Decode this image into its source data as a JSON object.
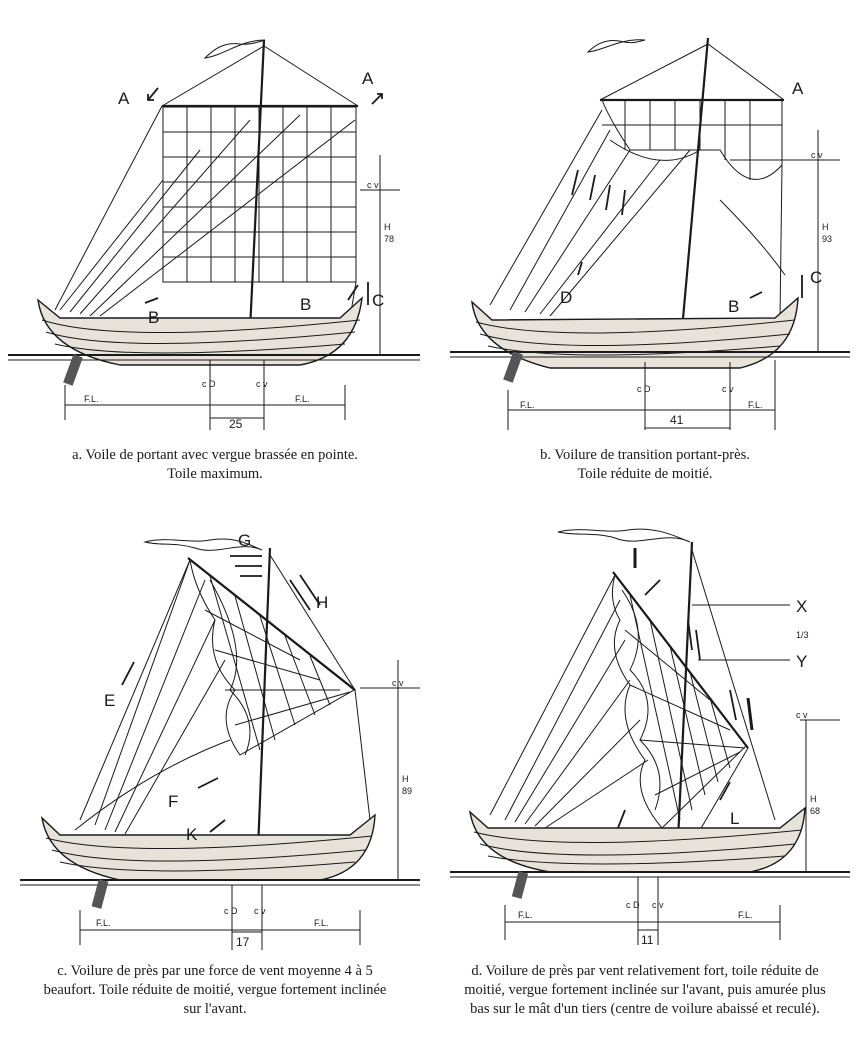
{
  "panels": [
    {
      "id": "a",
      "labels": {
        "A1": "A",
        "A2": "A",
        "B1": "B",
        "B2": "B",
        "C": "C"
      },
      "marks": {
        "cv": "c v",
        "cd": "c D",
        "cv2": "c v",
        "fl1": "F.L.",
        "fl2": "F.L.",
        "h_label": "H",
        "h_value": "78",
        "width_value": "25"
      },
      "caption_line1": "a. Voile de portant avec vergue brassée en pointe.",
      "caption_line2": "Toile maximum."
    },
    {
      "id": "b",
      "labels": {
        "A": "A",
        "B": "B",
        "C": "C",
        "D": "D"
      },
      "marks": {
        "cv": "c v",
        "cd": "c D",
        "cv2": "c v",
        "fl1": "F.L.",
        "fl2": "F.L.",
        "h_label": "H",
        "h_value": "93",
        "width_value": "41"
      },
      "caption_line1": "b. Voilure de transition portant-près.",
      "caption_line2": "Toile réduite de moitié."
    },
    {
      "id": "c",
      "labels": {
        "G": "G",
        "H": "H",
        "E": "E",
        "F": "F",
        "K": "K"
      },
      "marks": {
        "cv": "c v",
        "cd": "c D",
        "cv2": "c v",
        "fl1": "F.L.",
        "fl2": "F.L.",
        "h_label": "H",
        "h_value": "89",
        "width_value": "17"
      },
      "caption_line1": "c. Voilure de près par une force de vent moyenne 4 à 5",
      "caption_line2": "beaufort. Toile réduite de moitié, vergue fortement inclinée",
      "caption_line3": "sur l'avant."
    },
    {
      "id": "d",
      "labels": {
        "X": "X",
        "Y": "Y",
        "L": "L"
      },
      "marks": {
        "cv": "c v",
        "cd": "c D",
        "cv2": "c v",
        "fl1": "F.L.",
        "fl2": "F.L.",
        "h_label": "H",
        "h_value": "68",
        "width_value": "11",
        "fraction": "1/3"
      },
      "caption_line1": "d. Voilure de près par vent relativement fort, toile réduite de",
      "caption_line2": "moitié, vergue fortement inclinée sur l'avant, puis amurée plus",
      "caption_line3": "bas sur le mât d'un tiers (centre de voilure abaissé et reculé)."
    }
  ]
}
